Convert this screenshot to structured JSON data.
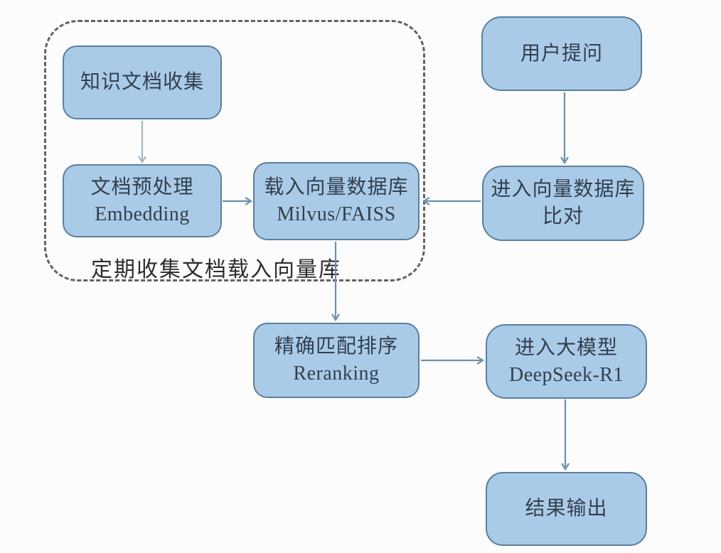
{
  "diagram": {
    "group_label": "定期收集文档载入向量库",
    "nodes": {
      "knowledge_collect": {
        "line1": "知识文档收集"
      },
      "doc_preprocess": {
        "line1": "文档预处理",
        "line2": "Embedding"
      },
      "vector_db": {
        "line1": "载入向量数据库",
        "line2": "Milvus/FAISS"
      },
      "user_question": {
        "line1": "用户提问"
      },
      "vector_compare": {
        "line1": "进入向量数据库",
        "line2": "比对"
      },
      "reranking": {
        "line1": "精确匹配排序",
        "line2": "Reranking"
      },
      "llm": {
        "line1": "进入大模型",
        "line2": "DeepSeek-R1"
      },
      "result_output": {
        "line1": "结果输出"
      }
    },
    "colors": {
      "node_fill": "#aacbe8",
      "node_border": "#5b7fa0",
      "arrow": "#6d8fac",
      "arrow_light": "#a4b8c8",
      "dashed_border": "#636363",
      "node_text": "#333f4d",
      "label_text": "#2d2d2d",
      "background": "#fcfcfc"
    }
  }
}
